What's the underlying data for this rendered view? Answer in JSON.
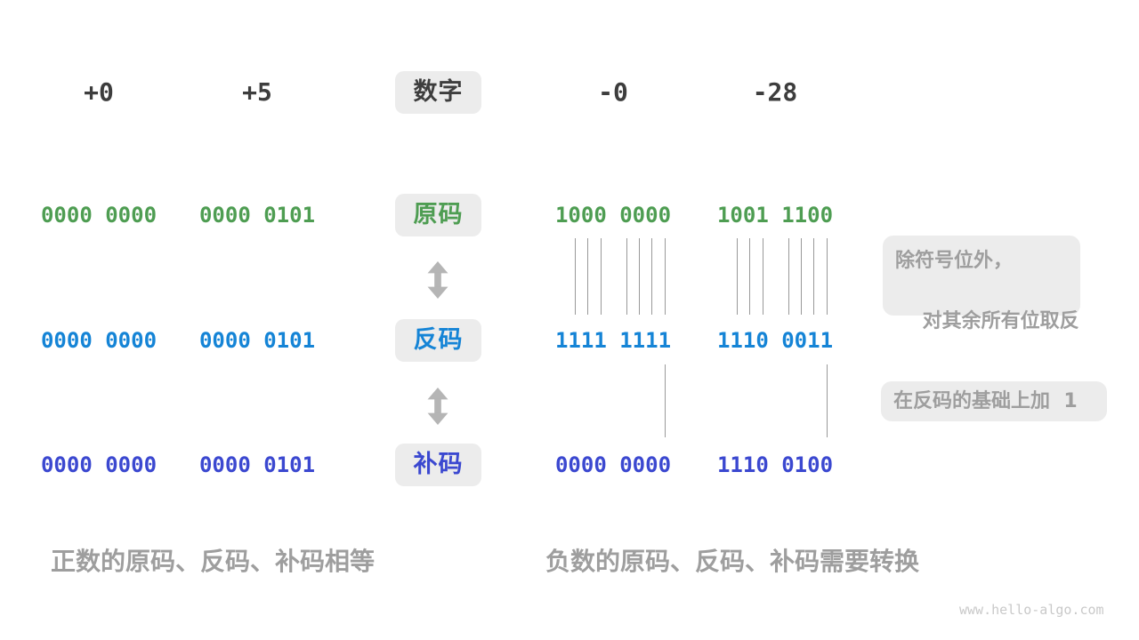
{
  "colors": {
    "dark": "#3d3d3d",
    "green": "#4e9d52",
    "blue": "#1584d6",
    "indigo": "#3b48d0",
    "gray-text": "#9e9e9e",
    "box-bg": "#ececec",
    "arrow": "#b5b5b5",
    "line": "#999999",
    "watermark": "#c9c9c9"
  },
  "header": {
    "label": "数字",
    "values": [
      "+0",
      "+5",
      "-0",
      "-28"
    ]
  },
  "rows": [
    {
      "label": "原码",
      "color": "green",
      "values": [
        "0000 0000",
        "0000 0101",
        "1000 0000",
        "1001 1100"
      ]
    },
    {
      "label": "反码",
      "color": "blue",
      "values": [
        "0000 0000",
        "0000 0101",
        "1111 1111",
        "1110 0011"
      ]
    },
    {
      "label": "补码",
      "color": "indigo",
      "values": [
        "0000 0000",
        "0000 0101",
        "0000 0000",
        "1110 0100"
      ]
    }
  ],
  "annotations": {
    "invert": {
      "lines": [
        "除符号位外，",
        "对其余所有位取反"
      ]
    },
    "add_one": "在反码的基础上加  1"
  },
  "captions": {
    "left": "正数的原码、反码、补码相等",
    "right": "负数的原码、反码、补码需要转换"
  },
  "icons": {
    "swap_arrow": "vertical double-headed arrow"
  },
  "watermark": "www.hello-algo.com"
}
